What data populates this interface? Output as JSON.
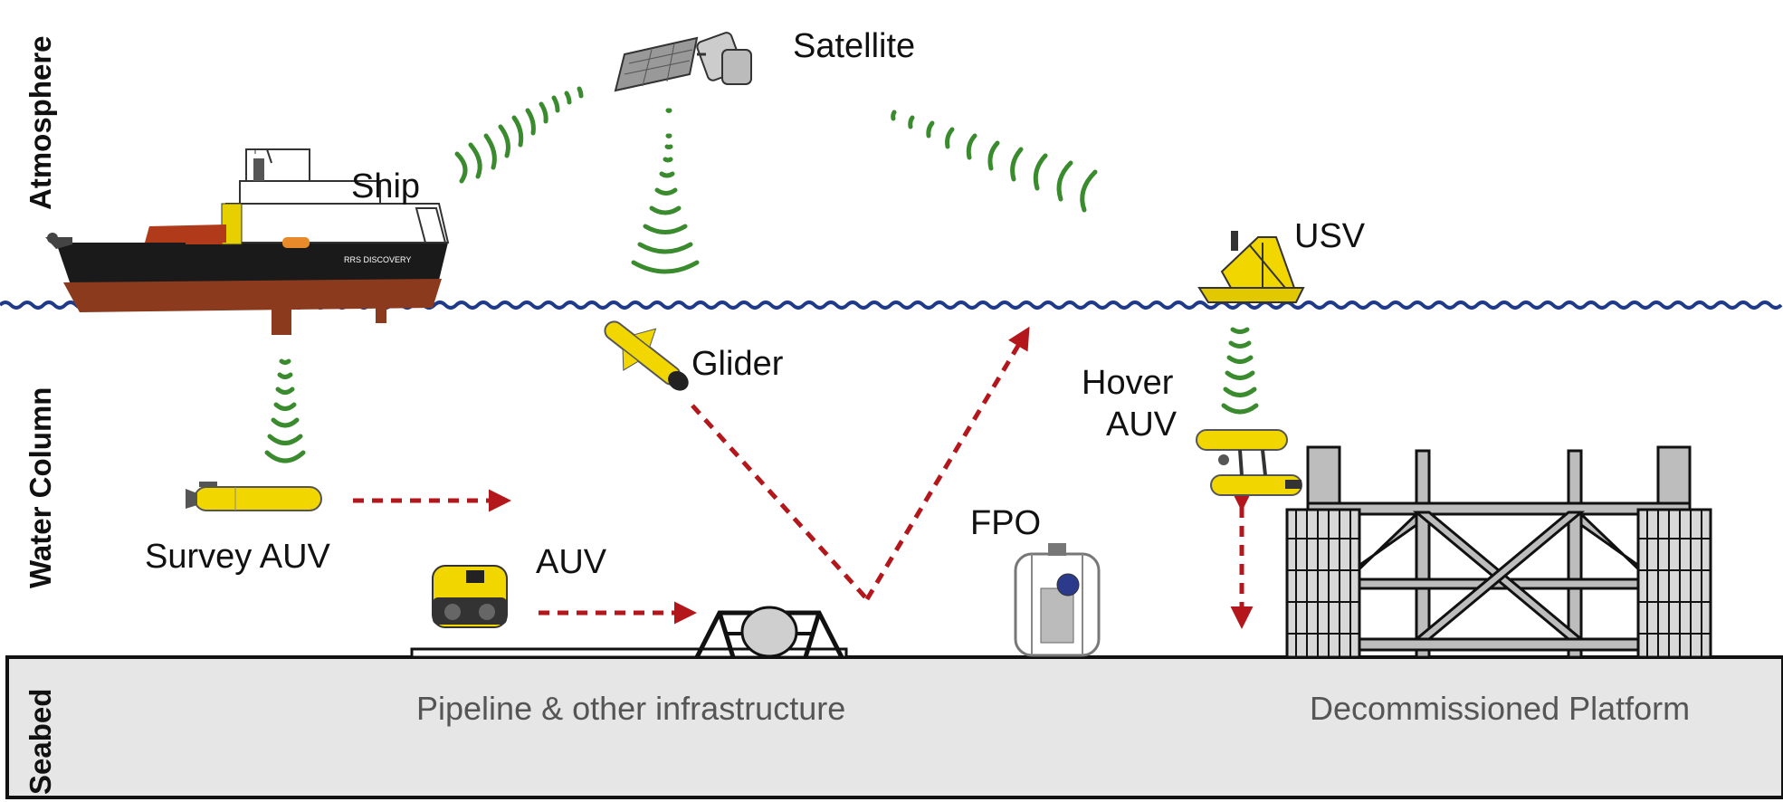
{
  "zones": {
    "atmosphere": "Atmosphere",
    "water_column": "Water Column",
    "seabed": "Seabed"
  },
  "vehicles": {
    "satellite": "Satellite",
    "ship": "Ship",
    "ship_name": "RRS DISCOVERY",
    "usv": "USV",
    "glider": "Glider",
    "hover_auv_line1": "Hover",
    "hover_auv_line2": "AUV",
    "survey_auv": "Survey AUV",
    "auv": "AUV",
    "fpo": "FPO"
  },
  "seabed_features": {
    "pipeline": "Pipeline & other infrastructure",
    "platform": "Decommissioned Platform"
  },
  "colors": {
    "signal_green": "#3a8a2e",
    "arrow_red": "#b3161b",
    "wave_blue": "#1f3a8a",
    "vehicle_yellow": "#f2d600",
    "seabed_grey": "#e6e6e6"
  }
}
